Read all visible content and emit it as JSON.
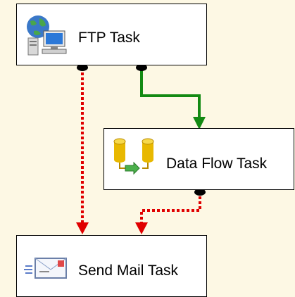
{
  "tasks": {
    "ftp": {
      "label": "FTP Task"
    },
    "data_flow": {
      "label": "Data Flow Task"
    },
    "send_mail": {
      "label": "Send Mail Task"
    }
  },
  "connectors": [
    {
      "from": "FTP Task",
      "to": "Data Flow Task",
      "constraint": "success",
      "color": "#138a13",
      "style": "solid"
    },
    {
      "from": "FTP Task",
      "to": "Send Mail Task",
      "constraint": "failure",
      "color": "#e00000",
      "style": "dotted"
    },
    {
      "from": "Data Flow Task",
      "to": "Send Mail Task",
      "constraint": "failure",
      "color": "#e00000",
      "style": "dotted"
    }
  ],
  "colors": {
    "background": "#fdf8e4",
    "success": "#138a13",
    "failure": "#e00000"
  }
}
